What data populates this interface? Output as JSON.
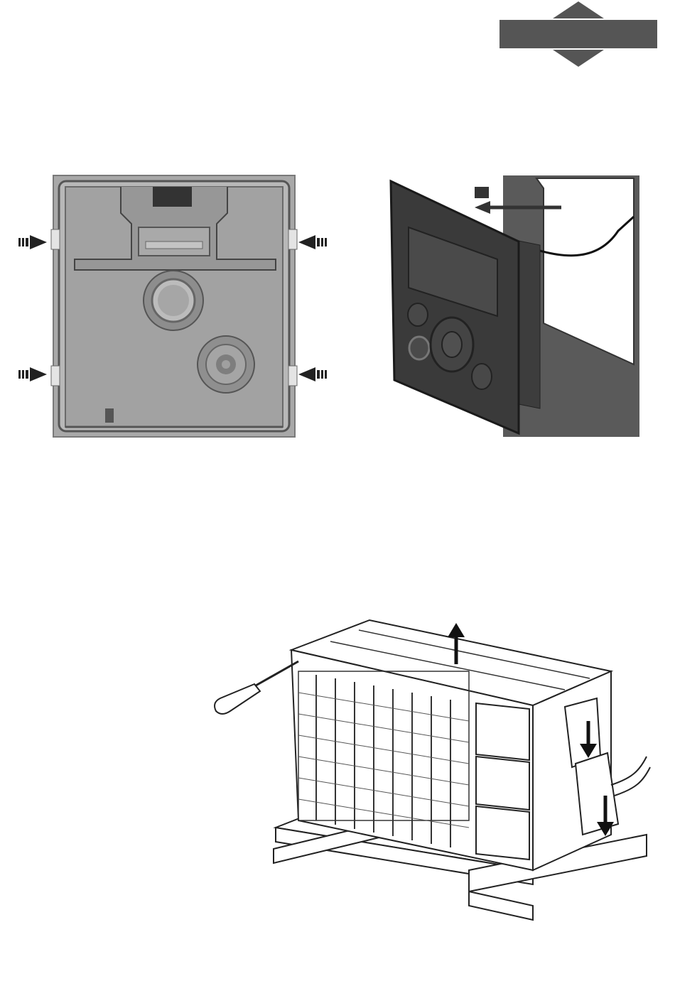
{
  "page": {
    "background": "#ffffff"
  },
  "header_badge": {
    "icon": "diamond-banner-icon",
    "fill": "#555555"
  },
  "figures": [
    {
      "id": "wall-bracket-back-plate",
      "icon": "back-plate-icon"
    },
    {
      "id": "controller-mounting",
      "icon": "controller-icon"
    },
    {
      "id": "outdoor-unit-service-panel",
      "icon": "outdoor-unit-icon"
    }
  ],
  "colors": {
    "dark_gray": "#3a3a3a",
    "mid_gray": "#8c8c8c",
    "light_gray": "#b0b0b0",
    "black": "#111111"
  }
}
